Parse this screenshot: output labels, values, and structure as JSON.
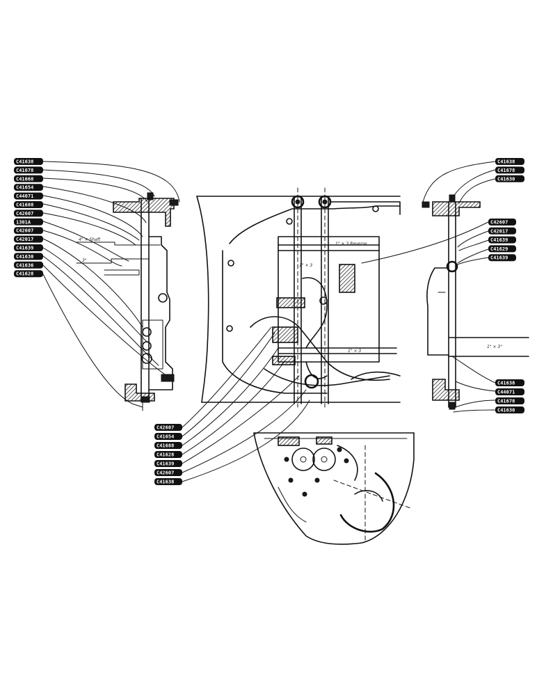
{
  "left_tags": [
    "C41638",
    "C41678",
    "C41668",
    "C41654",
    "C44071",
    "C41688",
    "C42607",
    "1301A",
    "C42607",
    "C42017",
    "C41639",
    "C41630",
    "C41636",
    "C41628"
  ],
  "right_top_tags": [
    "C41638",
    "C41678",
    "C41630"
  ],
  "right_mid_tags": [
    "C42607",
    "C42017",
    "C41639",
    "C41629",
    "C41639"
  ],
  "right_low_tags": [
    "C41638",
    "C44071",
    "C41678",
    "C41630"
  ],
  "bottom_tags": [
    "C42607",
    "C41654",
    "C41688",
    "C41628",
    "C41639",
    "C42607",
    "C41638"
  ],
  "callouts": {
    "left_a": "4\" × Shaft",
    "left_b": "3\"",
    "center_a": "1\" × 3 Reverse",
    "center_b": "1\" × 3",
    "right_a": "1\" × 3\"",
    "center_c": "1\" × 3"
  }
}
